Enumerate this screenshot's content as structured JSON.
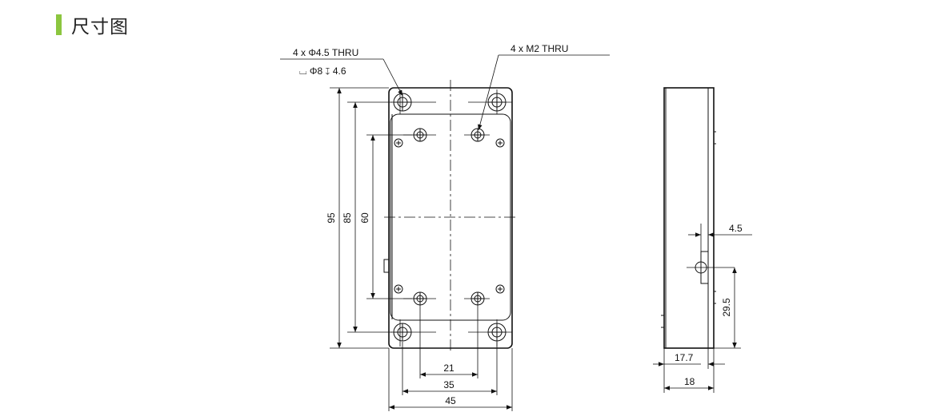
{
  "header": {
    "title": "尺寸图"
  },
  "callouts": {
    "hole_a_line1": "4 x Φ4.5 THRU",
    "hole_a_line2": "⌴ Φ8 ↧ 4.6",
    "hole_b": "4 x  M2 THRU"
  },
  "front_dims": {
    "height_95": "95",
    "height_85": "85",
    "height_60": "60",
    "width_21": "21",
    "width_35": "35",
    "width_45": "45"
  },
  "side_dims": {
    "d_4_5": "4.5",
    "d_29_5": "29.5",
    "d_17_7": "17.7",
    "d_18": "18"
  },
  "colors": {
    "accent": "#8cc63f",
    "line": "#111111"
  }
}
